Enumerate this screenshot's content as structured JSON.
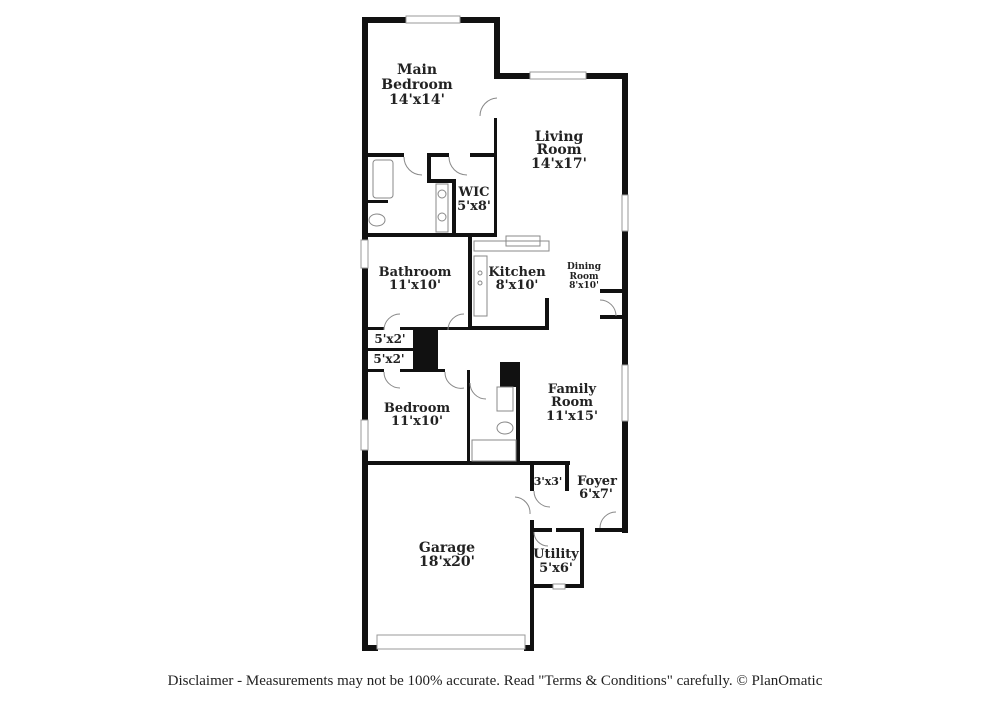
{
  "rooms": {
    "main_bedroom": {
      "name_line1": "Main",
      "name_line2": "Bedroom",
      "size": "14'x14'"
    },
    "living_room": {
      "name_line1": "Living",
      "name_line2": "Room",
      "size": "14'x17'"
    },
    "wic": {
      "name": "WIC",
      "size": "5'x8'"
    },
    "bathroom": {
      "name": "Bathroom",
      "size": "11'x10'"
    },
    "kitchen": {
      "name": "Kitchen",
      "size": "8'x10'"
    },
    "dining_room": {
      "name_line1": "Dining",
      "name_line2": "Room",
      "size": "8'x10'"
    },
    "closet_1": {
      "size": "5'x2'"
    },
    "closet_2": {
      "size": "5'x2'"
    },
    "bedroom": {
      "name": "Bedroom",
      "size": "11'x10'"
    },
    "family_room": {
      "name_line1": "Family",
      "name_line2": "Room",
      "size": "11'x15'"
    },
    "closet_3": {
      "size": "3'x3'"
    },
    "foyer": {
      "name": "Foyer",
      "size": "6'x7'"
    },
    "garage": {
      "name": "Garage",
      "size": "18'x20'"
    },
    "utility": {
      "name": "Utility",
      "size": "5'x6'"
    }
  },
  "footer": {
    "disclaimer": "Disclaimer - Measurements may not be 100% accurate. Read \"Terms & Conditions\" carefully. © PlanOmatic"
  },
  "colors": {
    "wall": "#111111",
    "fixture": "#999999",
    "window": "#bbbbbb"
  }
}
